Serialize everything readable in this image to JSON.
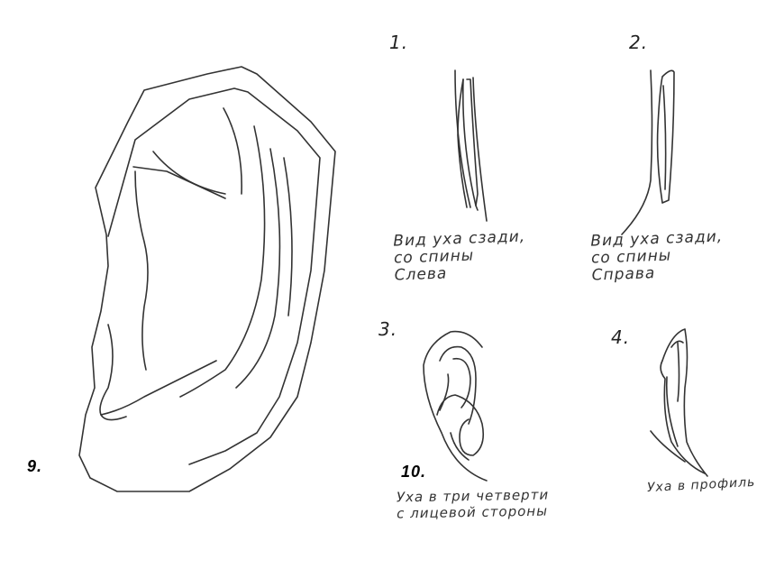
{
  "labels": {
    "n1": "1.",
    "n2": "2.",
    "n3": "3.",
    "n4": "4.",
    "n9": "9.",
    "n10": "10."
  },
  "captions": {
    "c1": "Вид уха сзади,\nсо спины\nСлева",
    "c2": "Вид уха сзади,\nсо спины\nСправа",
    "c3": "Уха в три четверти\nс лицевой стороны",
    "c4": "Уха в профиль"
  },
  "colors": {
    "ink": "#333333",
    "paper": "#ffffff"
  }
}
